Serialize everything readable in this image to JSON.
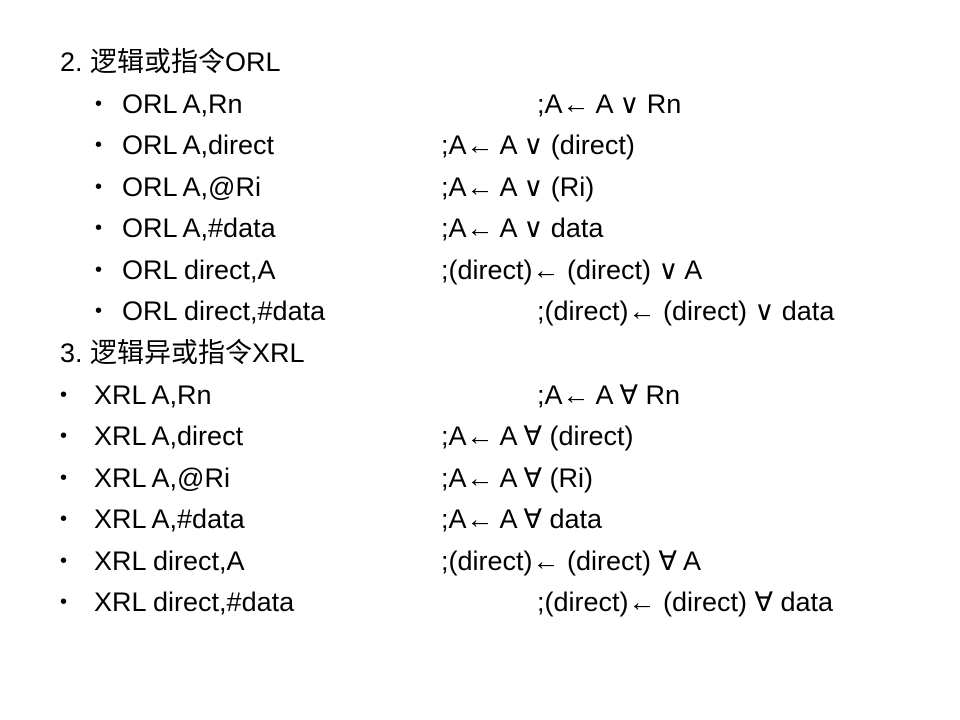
{
  "slide": {
    "orl": {
      "heading": "2. 逻辑或指令ORL",
      "items": [
        {
          "bullet": "•",
          "instr": "ORL  A,Rn",
          "comment": ";A← A ∨ Rn"
        },
        {
          "bullet": "•",
          "instr": "ORL  A,direct",
          "comment": ";A← A ∨ (direct)"
        },
        {
          "bullet": "•",
          "instr": "ORL  A,@Ri",
          "comment": ";A← A ∨ (Ri)"
        },
        {
          "bullet": "•",
          "instr": "ORL  A,#data",
          "comment": ";A← A ∨ data"
        },
        {
          "bullet": "•",
          "instr": "ORL  direct,A",
          "comment": ";(direct)← (direct) ∨ A"
        },
        {
          "bullet": "•",
          "instr": "ORL  direct,#data",
          "comment": ";(direct)← (direct) ∨ data"
        }
      ]
    },
    "xrl": {
      "heading": "3. 逻辑异或指令XRL",
      "items": [
        {
          "bullet": "•",
          "instr": "XRL  A,Rn",
          "comment": ";A← A ∀ Rn"
        },
        {
          "bullet": "•",
          "instr": "XRL  A,direct",
          "comment": ";A← A ∀ (direct)"
        },
        {
          "bullet": "•",
          "instr": "XRL  A,@Ri",
          "comment": ";A← A ∀ (Ri)"
        },
        {
          "bullet": "•",
          "instr": "XRL  A,#data",
          "comment": ";A← A ∀ data"
        },
        {
          "bullet": "•",
          "instr": "XRL  direct,A",
          "comment": ";(direct)← (direct) ∀ A"
        },
        {
          "bullet": "•",
          "instr": "XRL  direct,#data",
          "comment": ";(direct)← (direct) ∀ data"
        }
      ]
    }
  }
}
